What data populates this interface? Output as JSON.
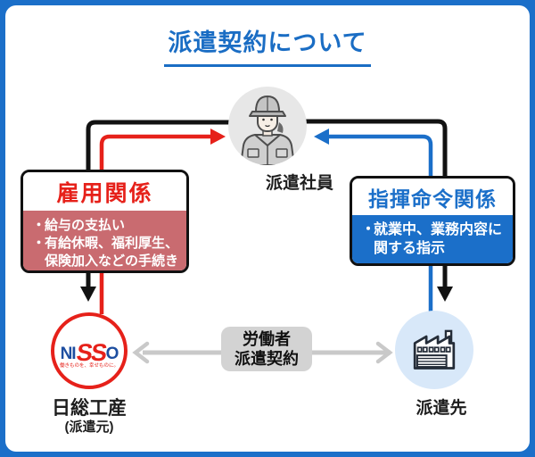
{
  "title": "派遣契約について",
  "worker": {
    "label": "派遣社員"
  },
  "employment": {
    "heading": "雇用関係",
    "bullet": "・",
    "items": [
      "給与の支払い",
      "有給休暇、福利厚生、保険加入などの手続き"
    ]
  },
  "command": {
    "heading": "指揮命令関係",
    "bullet": "・",
    "items": [
      "就業中、業務内容に関する指示"
    ]
  },
  "contract": {
    "line1": "労働者",
    "line2": "派遣契約"
  },
  "source": {
    "logo": {
      "prefix": "NI",
      "mid": "SS",
      "suffix": "O",
      "tagline": "働きものを、幸せものに。"
    },
    "name": "日総工産",
    "role": "(派遣元)"
  },
  "destination": {
    "label": "派遣先"
  },
  "colors": {
    "frame_blue": "#1b6fc9",
    "accent_blue": "#1b6fc9",
    "accent_red": "#e6211a",
    "employment_body_red": "#c96b70",
    "connector_gray": "#c9c9c9",
    "line_black": "#121212"
  }
}
